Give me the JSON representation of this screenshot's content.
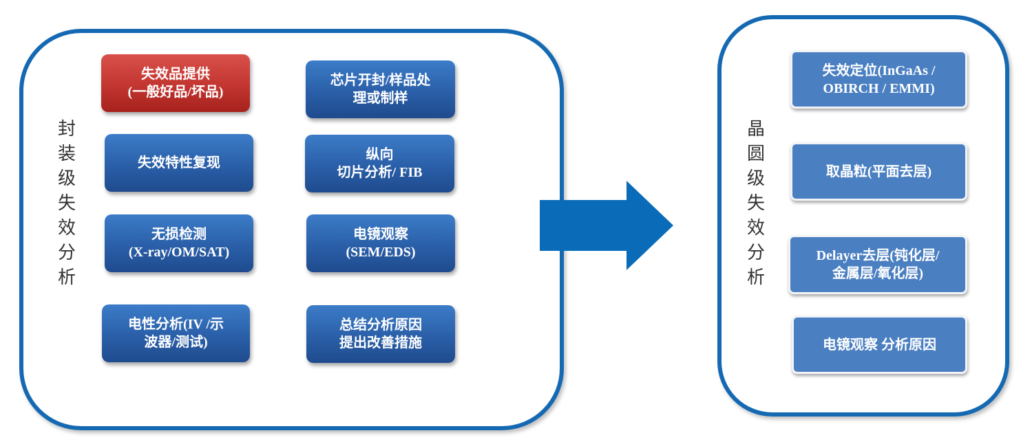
{
  "left_panel": {
    "label_chars": [
      "封",
      "装",
      "级",
      "失",
      "效",
      "分",
      "析"
    ],
    "boxes": [
      {
        "text": "失效品提供\n(一般好品/坏品)"
      },
      {
        "text": "芯片开封/样品处\n理或制样"
      },
      {
        "text": "失效特性复现"
      },
      {
        "text": "纵向\n切片分析/ FIB"
      },
      {
        "text": "无损检测\n(X-ray/OM/SAT)"
      },
      {
        "text": "电镜观察\n(SEM/EDS)"
      },
      {
        "text": "电性分析(IV /示\n波器/测试)"
      },
      {
        "text": "总结分析原因\n提出改善措施"
      }
    ]
  },
  "right_panel": {
    "label_chars": [
      "晶",
      "圆",
      "级",
      "失",
      "效",
      "分",
      "析"
    ],
    "boxes": [
      {
        "text": "失效定位(InGaAs /\nOBIRCH / EMMI)"
      },
      {
        "text": "取晶粒(平面去层)"
      },
      {
        "text": "Delayer去层(钝化层/\n金属层/氧化层)"
      },
      {
        "text": "电镜观察 分析原因"
      }
    ]
  },
  "colors": {
    "border": "#1569b3",
    "box_blue": "#2a5fa8",
    "box_red": "#c23530",
    "arrow": "#0a6cb8"
  }
}
